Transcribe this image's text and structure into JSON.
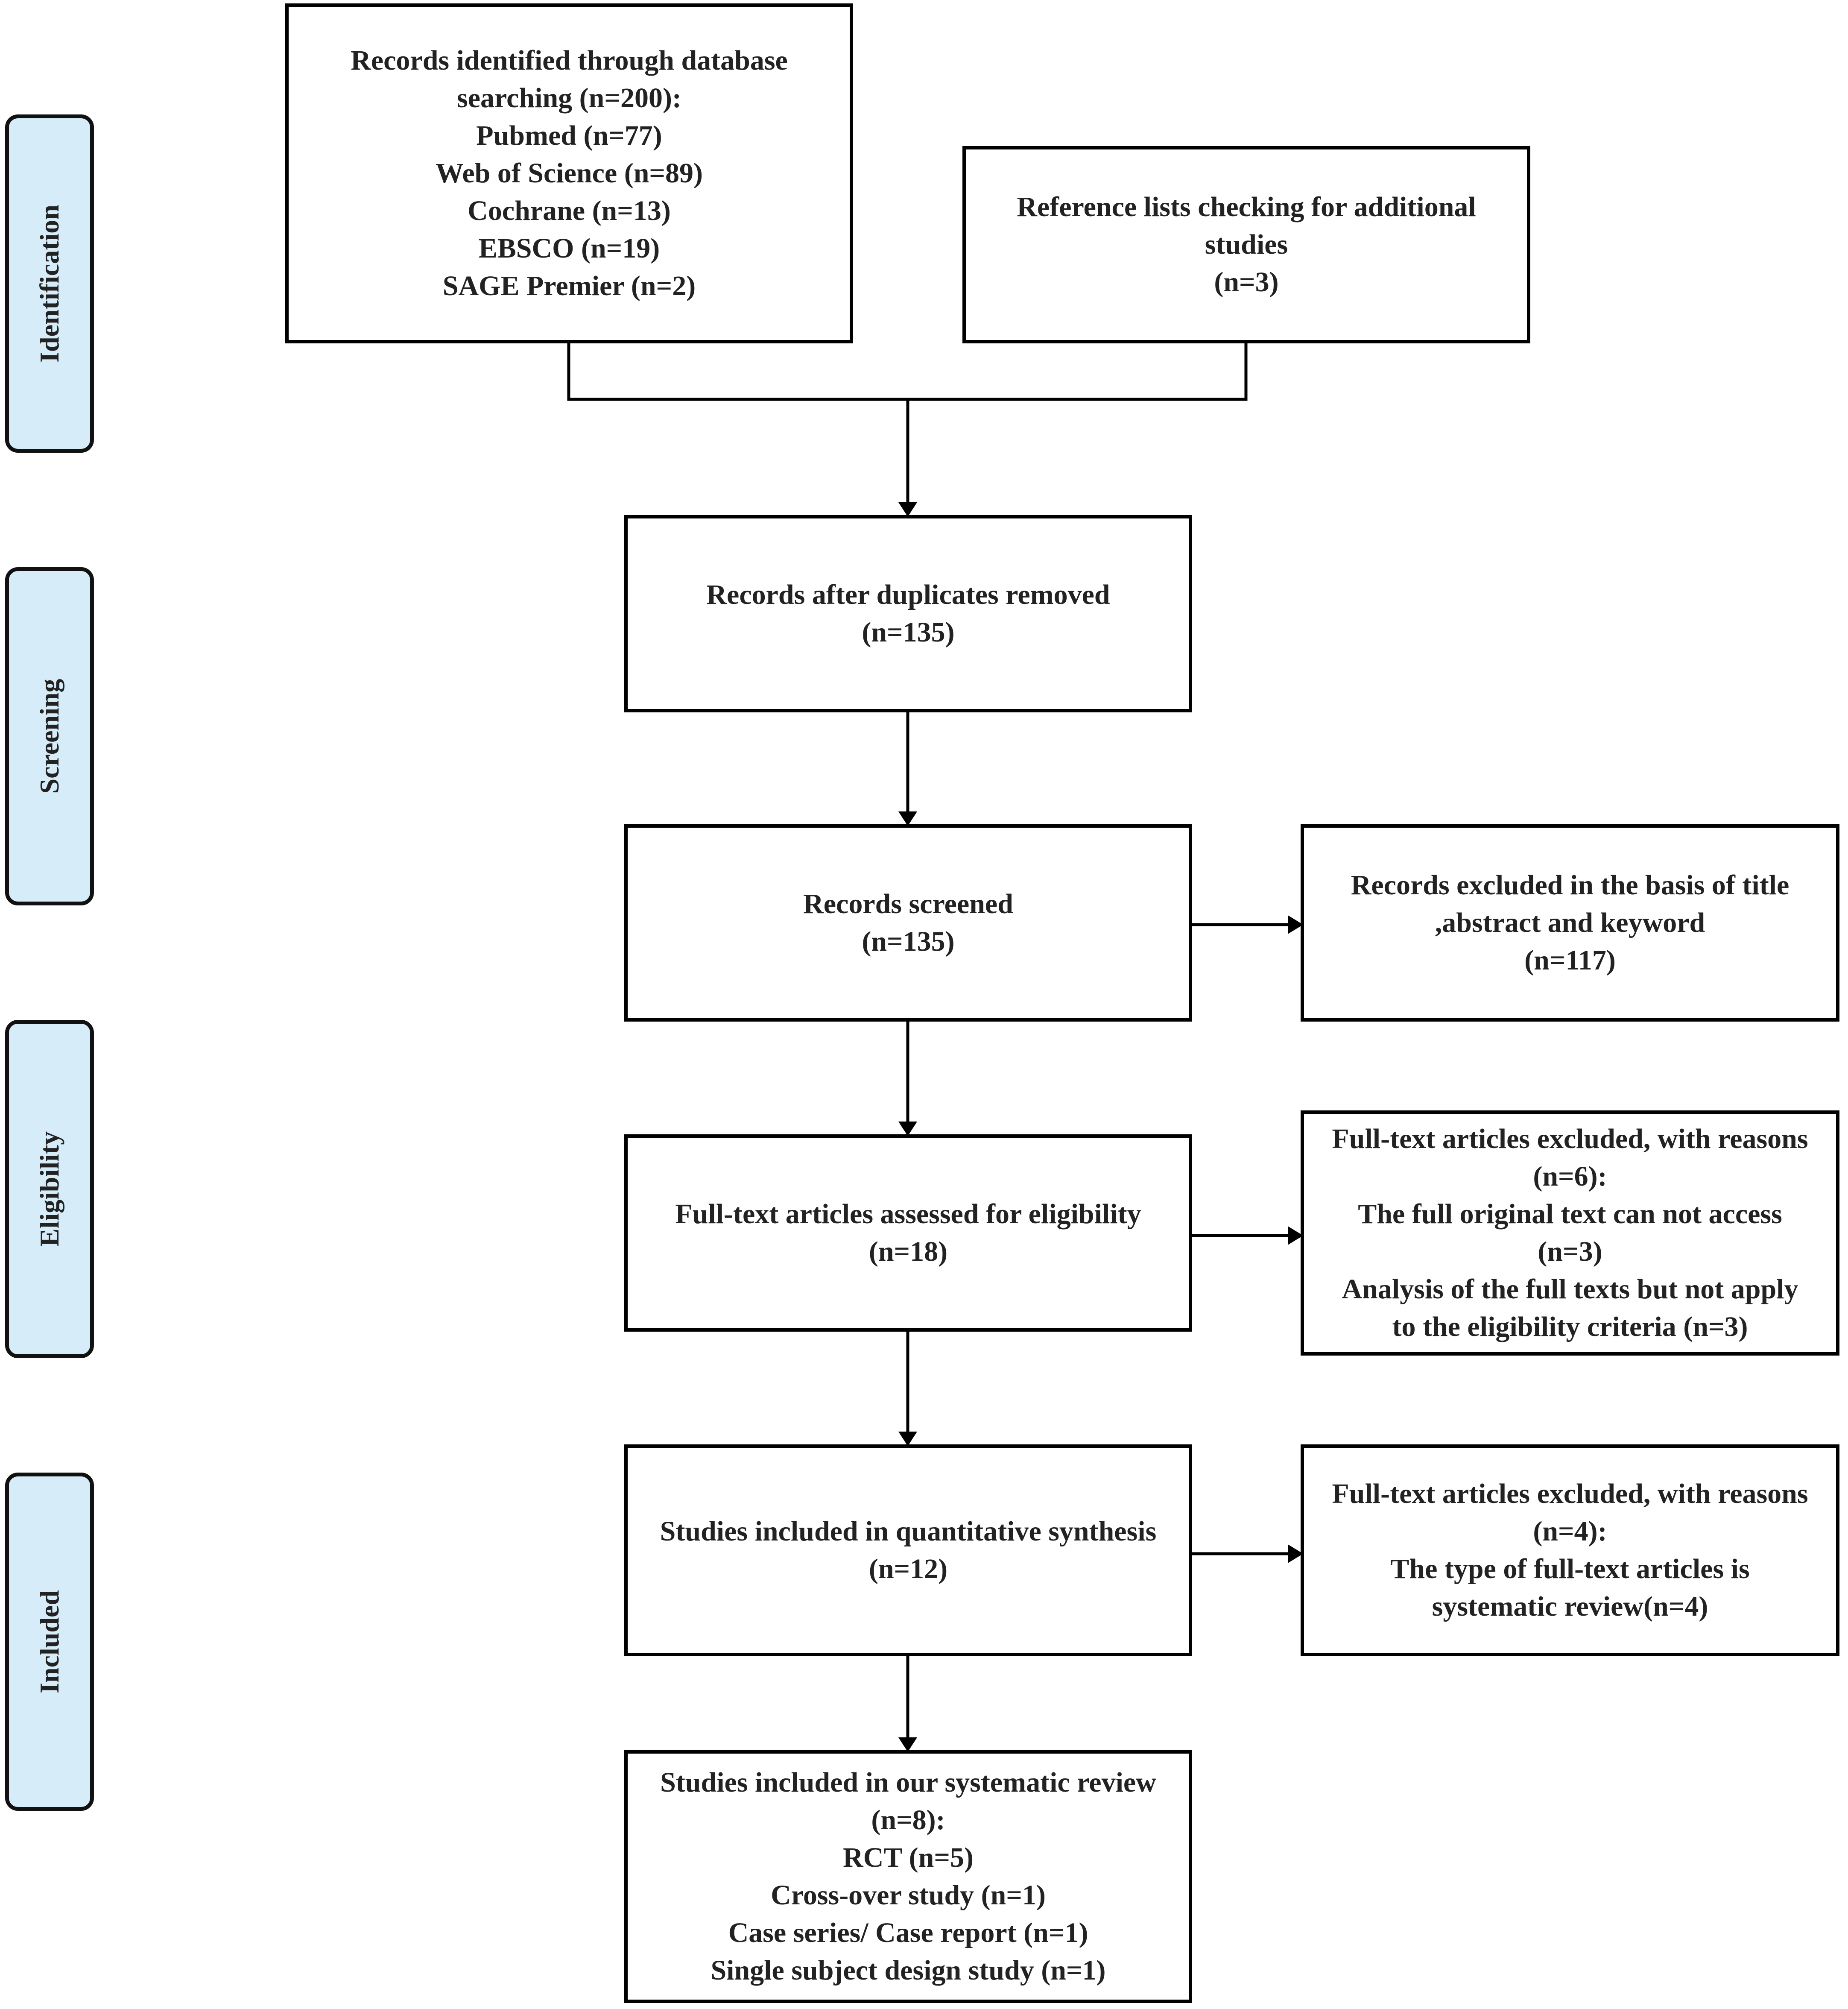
{
  "stages": {
    "identification": "Identification",
    "screening": "Screening",
    "eligibility": "Eligibility",
    "included": "Included"
  },
  "boxes": {
    "database_search": {
      "lines": [
        "Records identified through database",
        "searching (n=200):",
        "Pubmed (n=77)",
        "Web of Science (n=89)",
        "Cochrane (n=13)",
        "EBSCO (n=19)",
        "SAGE Premier  (n=2)"
      ]
    },
    "reference_lists": {
      "lines": [
        "Reference lists checking for additional",
        "studies",
        "(n=3)"
      ]
    },
    "duplicates_removed": {
      "lines": [
        "Records after duplicates removed",
        "(n=135)"
      ]
    },
    "records_screened": {
      "lines": [
        "Records screened",
        "(n=135)"
      ]
    },
    "records_excluded": {
      "lines": [
        "Records excluded in the basis of title",
        ",abstract and keyword",
        "(n=117)"
      ]
    },
    "fulltext_assessed": {
      "lines": [
        "Full-text articles assessed for eligibility",
        "(n=18)"
      ]
    },
    "fulltext_excluded_1": {
      "lines": [
        "Full-text articles excluded, with reasons",
        "(n=6):",
        "The full original text can not  access",
        "(n=3)",
        "Analysis of the full texts but not apply",
        "to the eligibility criteria (n=3)"
      ]
    },
    "quantitative_synthesis": {
      "lines": [
        "Studies included in quantitative synthesis",
        "(n=12)"
      ]
    },
    "fulltext_excluded_2": {
      "lines": [
        "Full-text articles excluded, with reasons",
        "(n=4):",
        "The type of full-text articles is",
        "systematic review(n=4)"
      ]
    },
    "systematic_review": {
      "lines": [
        "Studies included in our systematic review",
        "(n=8):",
        "RCT (n=5)",
        "Cross-over study (n=1)",
        "Case series/ Case report (n=1)",
        "Single subject design study (n=1)"
      ]
    }
  },
  "colors": {
    "stage_fill": "#d6ecf9",
    "stroke": "#000000",
    "text": "#222222"
  }
}
